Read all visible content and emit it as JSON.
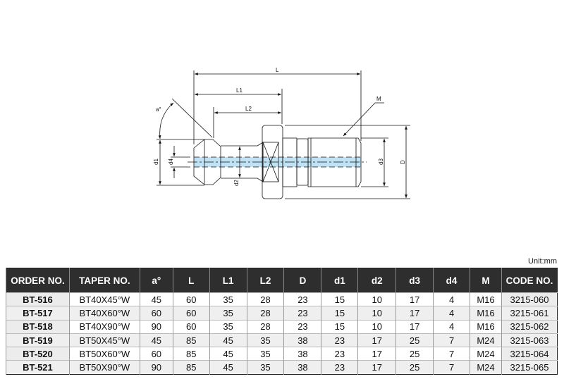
{
  "drawing": {
    "labels": {
      "L": "L",
      "L1": "L1",
      "L2": "L2",
      "M": "M",
      "a": "a°",
      "d1": "d1",
      "d2": "d2",
      "d3": "d3",
      "d4": "d4",
      "D": "D"
    },
    "bore_color": "#bfe3f5"
  },
  "unit": "Unit:mm",
  "table": {
    "headers": [
      "ORDER NO.",
      "TAPER NO.",
      "a°",
      "L",
      "L1",
      "L2",
      "D",
      "d1",
      "d2",
      "d3",
      "d4",
      "M",
      "CODE NO."
    ],
    "rows": [
      [
        "BT-516",
        "BT40X45°W",
        "45",
        "60",
        "35",
        "28",
        "23",
        "15",
        "10",
        "17",
        "4",
        "M16",
        "3215-060"
      ],
      [
        "BT-517",
        "BT40X60°W",
        "60",
        "60",
        "35",
        "28",
        "23",
        "15",
        "10",
        "17",
        "4",
        "M16",
        "3215-061"
      ],
      [
        "BT-518",
        "BT40X90°W",
        "90",
        "60",
        "35",
        "28",
        "23",
        "15",
        "10",
        "17",
        "4",
        "M16",
        "3215-062"
      ],
      [
        "BT-519",
        "BT50X45°W",
        "45",
        "85",
        "45",
        "35",
        "38",
        "23",
        "17",
        "25",
        "7",
        "M24",
        "3215-063"
      ],
      [
        "BT-520",
        "BT50X60°W",
        "60",
        "85",
        "45",
        "35",
        "38",
        "23",
        "17",
        "25",
        "7",
        "M24",
        "3215-064"
      ],
      [
        "BT-521",
        "BT50X90°W",
        "90",
        "85",
        "45",
        "35",
        "38",
        "23",
        "17",
        "25",
        "7",
        "M24",
        "3215-065"
      ]
    ]
  }
}
